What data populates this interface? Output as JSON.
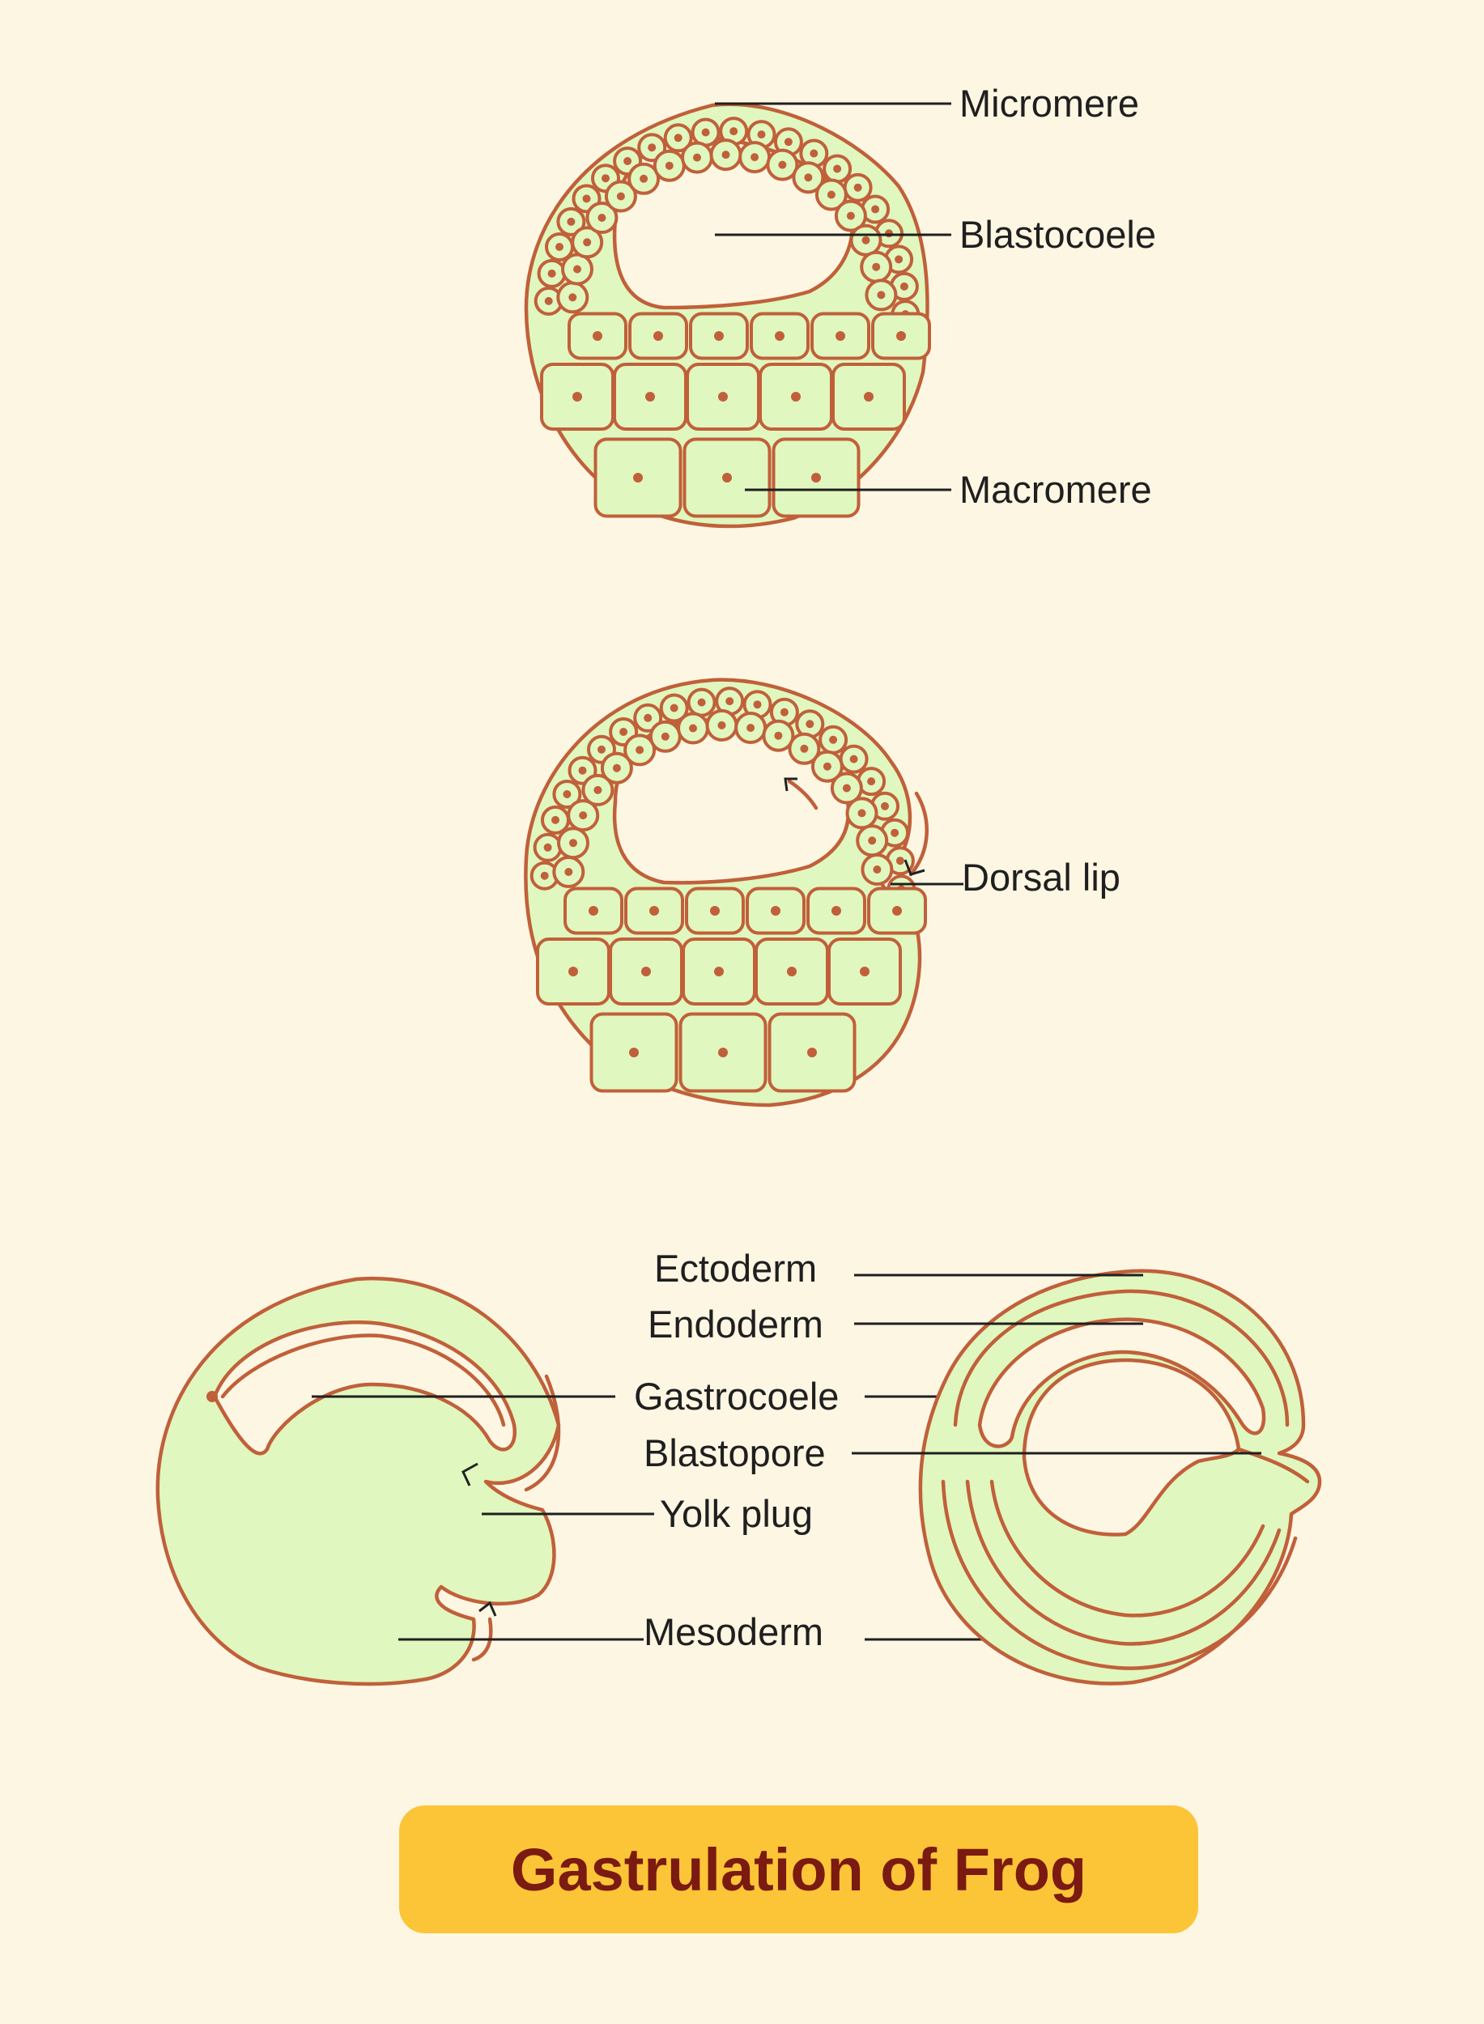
{
  "colors": {
    "background": "#fdf6e3",
    "cell_fill": "#e0f7bf",
    "cell_outline": "#c0603a",
    "label_text": "#1f1f1f",
    "title_box": "#fcc537",
    "title_text": "#7a1a10"
  },
  "labels": {
    "micromere": "Micromere",
    "blastocoele": "Blastocoele",
    "macromere": "Macromere",
    "dorsal_lip": "Dorsal lip",
    "ectoderm": "Ectoderm",
    "endoderm": "Endoderm",
    "gastrocoele": "Gastrocoele",
    "blastopore": "Blastopore",
    "yolk_plug": "Yolk plug",
    "mesoderm": "Mesoderm"
  },
  "title": "Gastrulation of Frog"
}
